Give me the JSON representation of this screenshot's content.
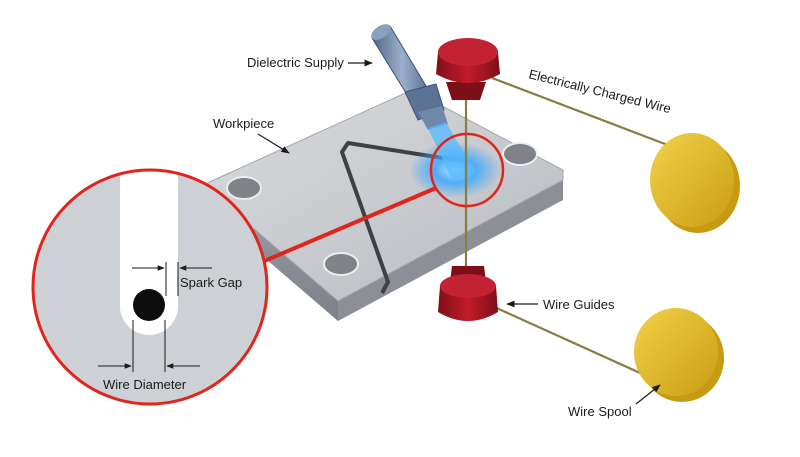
{
  "labels": {
    "dielectric_supply": "Dielectric Supply",
    "electrically_charged_wire": "Electrically Charged Wire",
    "workpiece": "Workpiece",
    "spark_gap": "Spark Gap",
    "wire_diameter": "Wire Diameter",
    "wire_guides": "Wire Guides",
    "wire_spool": "Wire Spool"
  },
  "colors": {
    "callout_red": "#e0261c",
    "guide_red": "#9c1420",
    "spool_yellow": "#e6c12a",
    "workpiece_gray": "#c9ccd0",
    "spark_blue": "#3aa8ff",
    "nozzle_blue": "#6e86a8",
    "wire_olive": "#8a7a44"
  },
  "icons": {
    "arrows": "arrow-pointer-icon"
  }
}
